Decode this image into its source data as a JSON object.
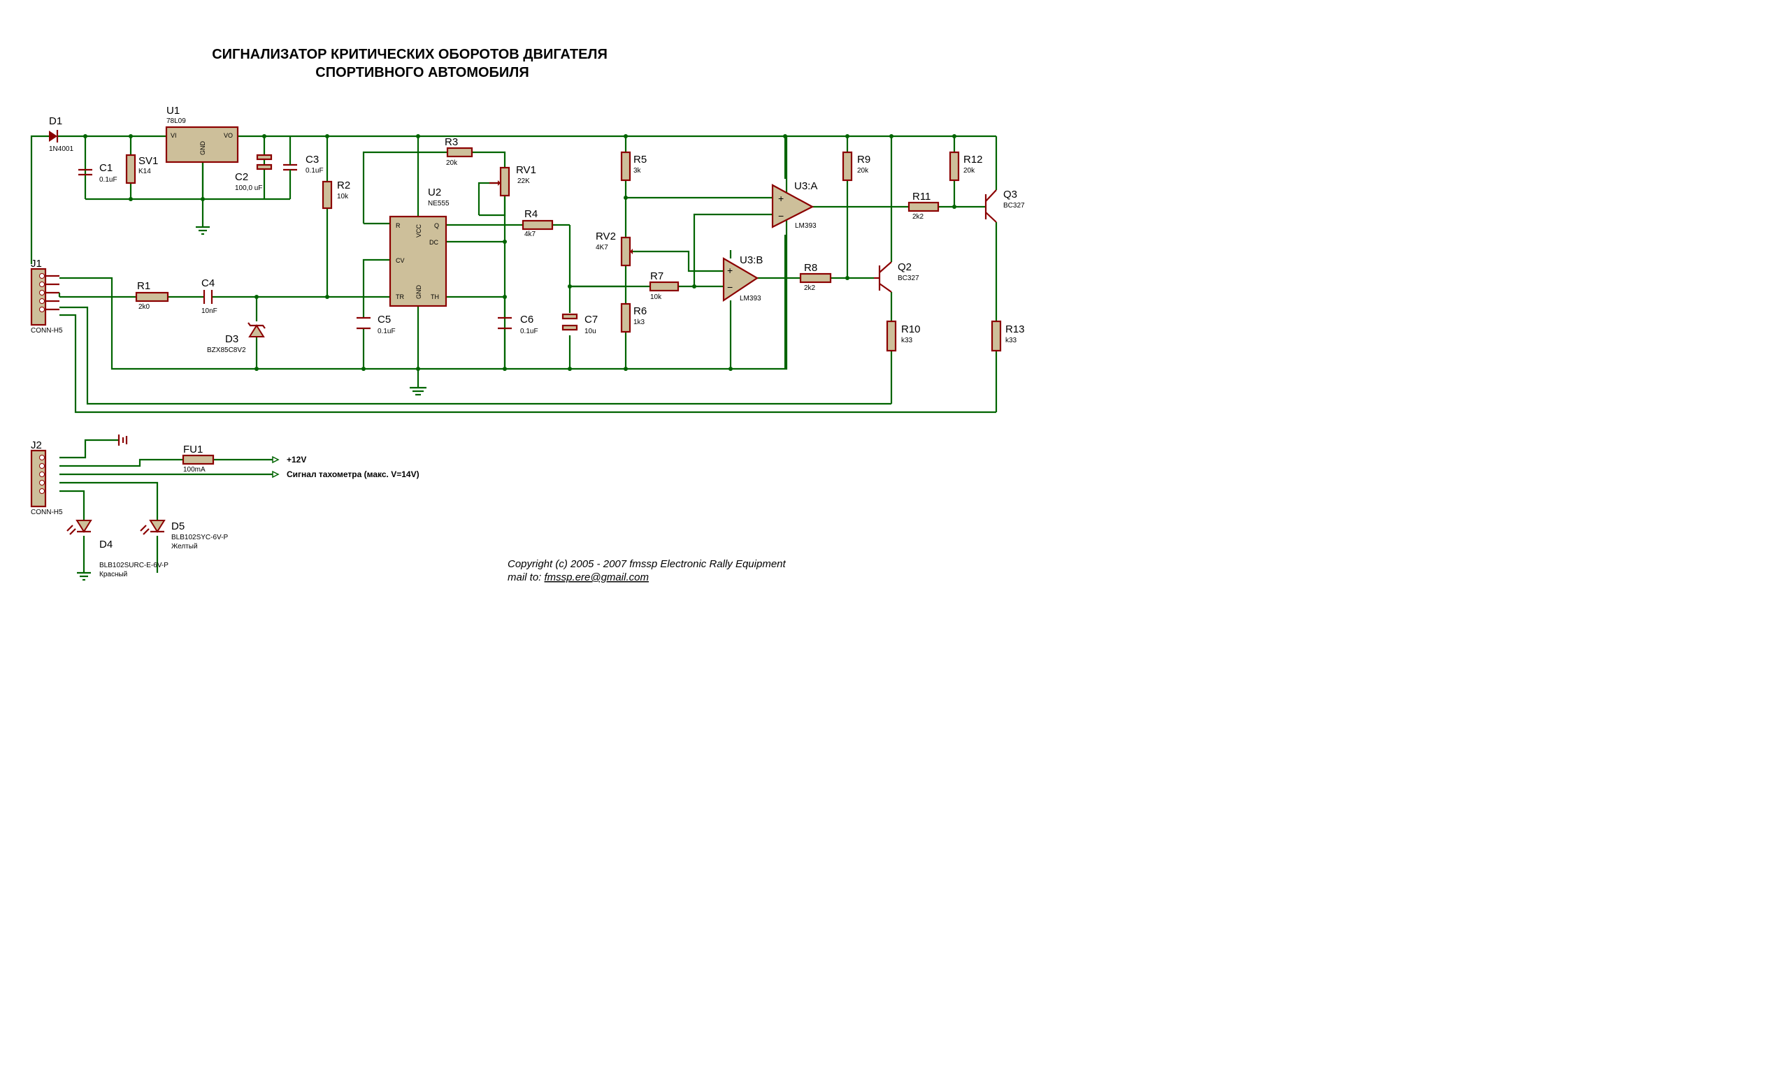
{
  "title": {
    "line1": "СИГНАЛИЗАТОР КРИТИЧЕСКИХ ОБОРОТОВ ДВИГАТЕЛЯ",
    "line2": "СПОРТИВНОГО АВТОМОБИЛЯ"
  },
  "components": {
    "D1": {
      "ref": "D1",
      "value": "1N4001"
    },
    "C1": {
      "ref": "C1",
      "value": "0.1uF"
    },
    "SV1": {
      "ref": "SV1",
      "value": "K14"
    },
    "U1": {
      "ref": "U1",
      "value": "78L09",
      "vi": "VI",
      "vo": "VO",
      "gnd": "GND"
    },
    "C2": {
      "ref": "C2",
      "value": "100,0 uF"
    },
    "C3": {
      "ref": "C3",
      "value": "0.1uF"
    },
    "R2": {
      "ref": "R2",
      "value": "10k"
    },
    "R3": {
      "ref": "R3",
      "value": "20k"
    },
    "RV1": {
      "ref": "RV1",
      "value": "22K"
    },
    "U2": {
      "ref": "U2",
      "value": "NE555",
      "r": "R",
      "cv": "CV",
      "tr": "TR",
      "q": "Q",
      "dc": "DC",
      "th": "TH",
      "vcc": "VCC",
      "gnd": "GND"
    },
    "R4": {
      "ref": "R4",
      "value": "4k7"
    },
    "C5": {
      "ref": "C5",
      "value": "0.1uF"
    },
    "C6": {
      "ref": "C6",
      "value": "0.1uF"
    },
    "C7": {
      "ref": "C7",
      "value": "10u"
    },
    "R1": {
      "ref": "R1",
      "value": "2k0"
    },
    "C4": {
      "ref": "C4",
      "value": "10nF"
    },
    "D3": {
      "ref": "D3",
      "value": "BZX85C8V2"
    },
    "R5": {
      "ref": "R5",
      "value": "3k"
    },
    "RV2": {
      "ref": "RV2",
      "value": "4K7"
    },
    "R6": {
      "ref": "R6",
      "value": "1k3"
    },
    "R7": {
      "ref": "R7",
      "value": "10k"
    },
    "U3A": {
      "ref": "U3:A",
      "value": "LM393"
    },
    "U3B": {
      "ref": "U3:B",
      "value": "LM393"
    },
    "R8": {
      "ref": "R8",
      "value": "2k2"
    },
    "R9": {
      "ref": "R9",
      "value": "20k"
    },
    "R10": {
      "ref": "R10",
      "value": "k33"
    },
    "Q2": {
      "ref": "Q2",
      "value": "BC327"
    },
    "R11": {
      "ref": "R11",
      "value": "2k2"
    },
    "R12": {
      "ref": "R12",
      "value": "20k"
    },
    "Q3": {
      "ref": "Q3",
      "value": "BC327"
    },
    "R13": {
      "ref": "R13",
      "value": "k33"
    },
    "J1": {
      "ref": "J1",
      "value": "CONN-H5"
    },
    "J2": {
      "ref": "J2",
      "value": "CONN-H5"
    },
    "FU1": {
      "ref": "FU1",
      "value": "100mA"
    },
    "D4": {
      "ref": "D4",
      "value": "BLB102SURC-E-6V-P",
      "color": "Красный"
    },
    "D5": {
      "ref": "D5",
      "value": "BLB102SYC-6V-P",
      "color": "Желтый"
    }
  },
  "signals": {
    "plus12": "+12V",
    "tacho": "Сигнал тахометра (макс. V=14V)"
  },
  "footer": {
    "copyright": "Copyright (c) 2005 - 2007  fmssp Electronic Rally Equipment",
    "mail_prefix": "mail to: ",
    "mail": "fmssp.ere@gmail.com"
  },
  "colors": {
    "wire": "#006400",
    "part": "#8b0000",
    "body": "#cdbf9a"
  }
}
